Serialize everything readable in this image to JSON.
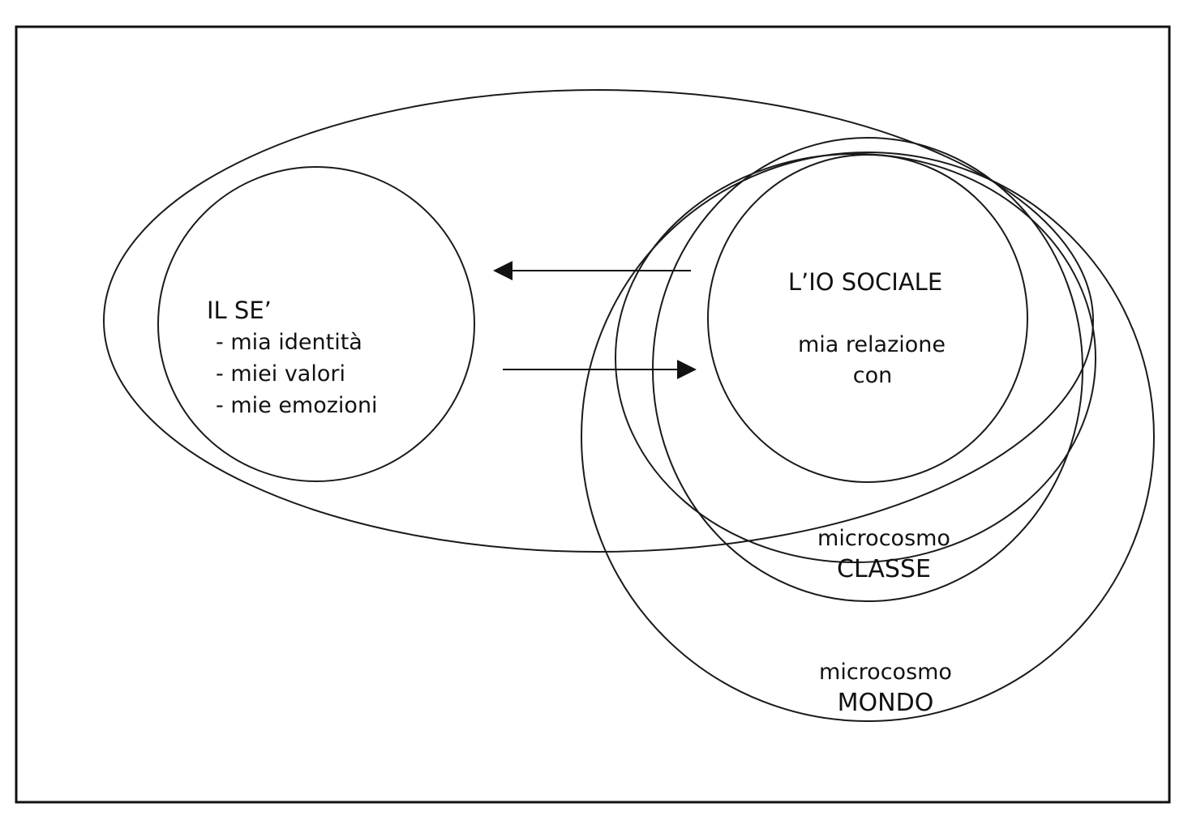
{
  "diagram": {
    "self": {
      "title": "IL SE’",
      "items": [
        "- mia identità",
        "- miei valori",
        "- mie emozioni"
      ]
    },
    "social": {
      "title": "L’IO SOCIALE",
      "line1": "mia relazione",
      "line2": "con"
    },
    "classe": {
      "prefix": "microcosmo",
      "name": "CLASSE"
    },
    "mondo": {
      "prefix": "microcosmo",
      "name": "MONDO"
    }
  }
}
